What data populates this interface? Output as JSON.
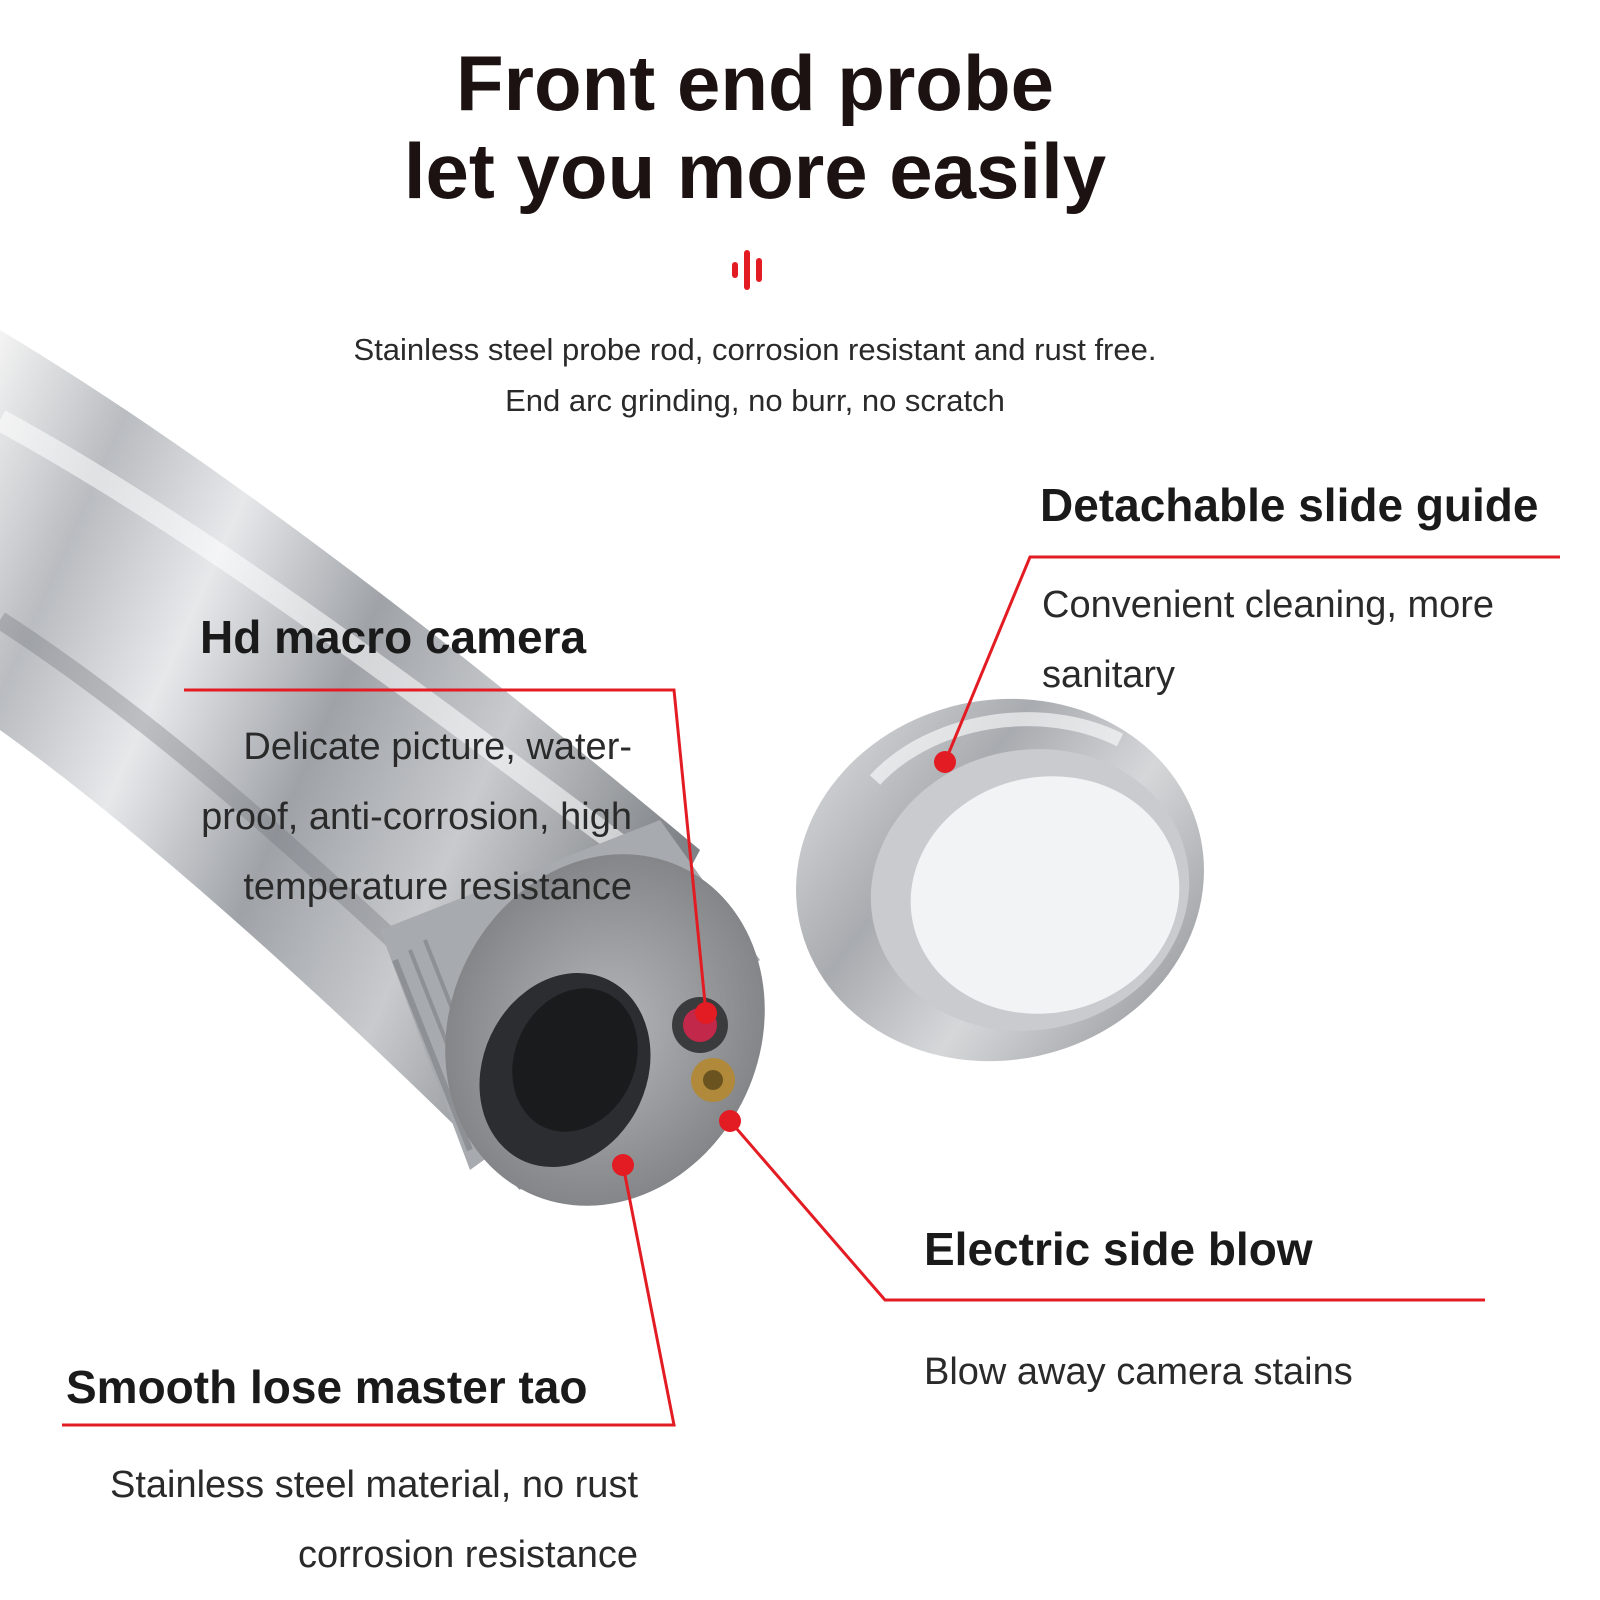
{
  "header": {
    "title_line1": "Front end probe",
    "title_line2": "let you more easily",
    "subtitle_line1": "Stainless steel probe rod, corrosion resistant and rust free.",
    "subtitle_line2": "End arc grinding, no burr, no scratch"
  },
  "accent_color": "#e31c24",
  "callouts": {
    "slide_guide": {
      "heading": "Detachable slide guide",
      "desc_line1": "Convenient cleaning, more",
      "desc_line2": "sanitary"
    },
    "camera": {
      "heading": "Hd macro camera",
      "desc_line1": "Delicate picture, water-",
      "desc_line2": "proof, anti-corrosion, high",
      "desc_line3": "temperature resistance"
    },
    "side_blow": {
      "heading": "Electric side blow",
      "desc_line1": "Blow away camera stains"
    },
    "master_tao": {
      "heading": "Smooth lose master tao",
      "desc_line1": "Stainless steel material, no rust",
      "desc_line2": "corrosion resistance"
    }
  },
  "icons": {
    "divider": "sound-bars-icon",
    "probe": "probe-rod-image",
    "ring": "slide-guide-ring-image"
  }
}
